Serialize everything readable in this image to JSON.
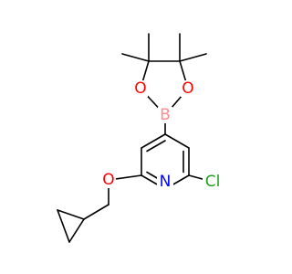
{
  "molecule": {
    "atoms": {
      "B": {
        "label": "B",
        "color": "#ff8c8c"
      },
      "O1": {
        "label": "O",
        "color": "#ff0000"
      },
      "O2": {
        "label": "O",
        "color": "#ff0000"
      },
      "O3": {
        "label": "O",
        "color": "#ff0000"
      },
      "N": {
        "label": "N",
        "color": "#0000ff"
      },
      "Cl": {
        "label": "Cl",
        "color": "#1fa01f"
      }
    },
    "bond_color": "#000000",
    "background": "#ffffff"
  }
}
